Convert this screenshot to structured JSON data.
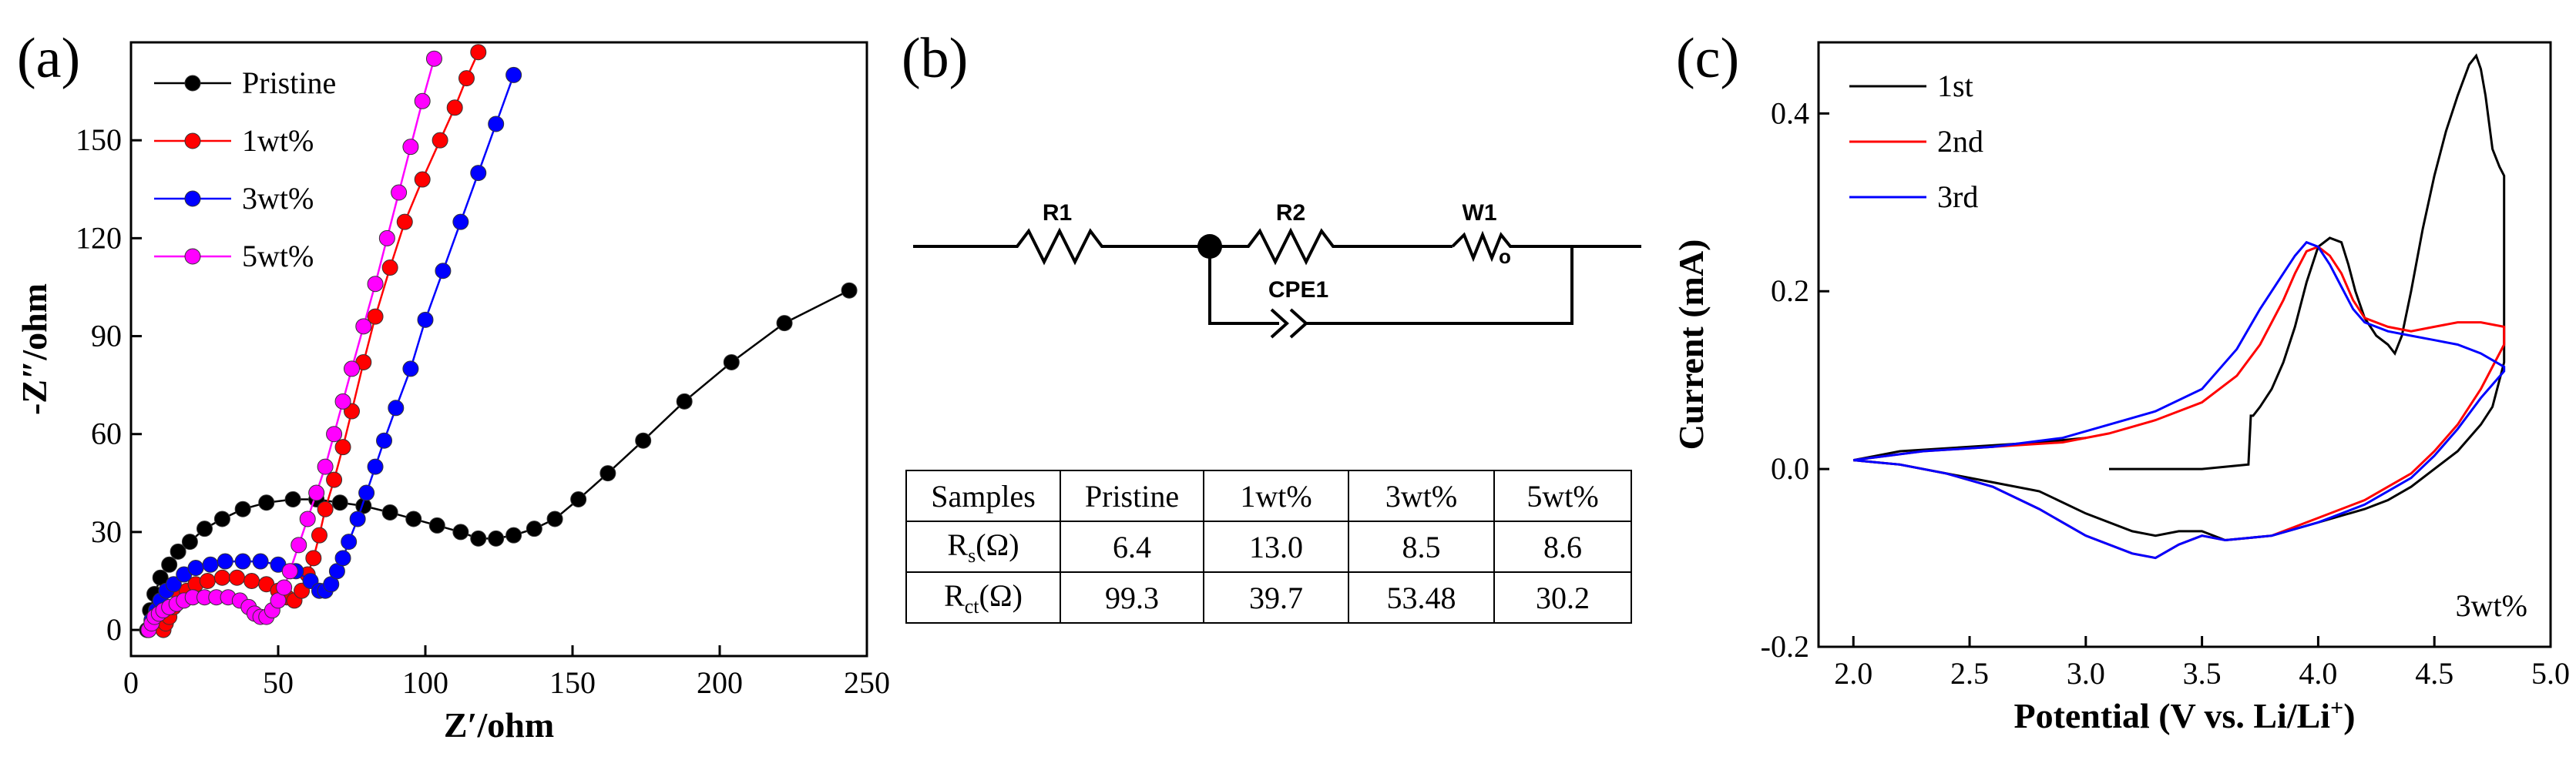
{
  "panel_labels": {
    "a": "(a)",
    "b": "(b)",
    "c": "(c)"
  },
  "circuit": {
    "r1": "R1",
    "r2": "R2",
    "w1": "W1",
    "w1_sub": "o",
    "cpe1": "CPE1"
  },
  "table": {
    "header": [
      "Samples",
      "Pristine",
      "1wt%",
      "3wt%",
      "5wt%"
    ],
    "rows": [
      {
        "label": "R",
        "label_sub": "s",
        "label_unit": "(Ω)",
        "values": [
          "6.4",
          "13.0",
          "8.5",
          "8.6"
        ]
      },
      {
        "label": "R",
        "label_sub": "ct",
        "label_unit": "(Ω)",
        "values": [
          "99.3",
          "39.7",
          "53.48",
          "30.2"
        ]
      }
    ]
  },
  "chart_data": [
    {
      "panel": "a",
      "type": "scatter",
      "xlabel": "Z′/ohm",
      "ylabel": "-Z″/ohm",
      "xlim": [
        0,
        250
      ],
      "ylim": [
        -8,
        180
      ],
      "xticks": [
        0,
        50,
        100,
        150,
        200,
        250
      ],
      "yticks": [
        0,
        30,
        60,
        90,
        120,
        150
      ],
      "legend_position": "top-left",
      "series": [
        {
          "name": "Pristine",
          "color": "#000000",
          "x": [
            5.5,
            6.5,
            8,
            10,
            13,
            16,
            20,
            25,
            31,
            38,
            46,
            55,
            63,
            71,
            79,
            88,
            96,
            104,
            112,
            118,
            124,
            130,
            137,
            144,
            152,
            162,
            174,
            188,
            204,
            222,
            244
          ],
          "y": [
            0,
            6,
            11,
            16,
            20,
            24,
            27,
            31,
            34,
            37,
            39,
            40,
            40,
            39,
            38,
            36,
            34,
            32,
            30,
            28,
            28,
            29,
            31,
            34,
            40,
            48,
            58,
            70,
            82,
            94,
            104
          ]
        },
        {
          "name": "1wt%",
          "color": "#ff0000",
          "x": [
            11,
            11.8,
            13,
            14.5,
            16.5,
            19,
            22,
            26,
            31,
            36,
            41,
            46,
            50,
            53,
            55.5,
            58,
            60,
            62,
            64,
            66,
            69,
            72,
            75,
            79,
            83,
            88,
            93,
            99,
            105,
            110,
            114,
            118
          ],
          "y": [
            0,
            2,
            4,
            7,
            10,
            12,
            14,
            15,
            16,
            16,
            15,
            14,
            12,
            10,
            9,
            12,
            17,
            22,
            29,
            37,
            46,
            56,
            67,
            82,
            96,
            111,
            125,
            138,
            150,
            160,
            169,
            177
          ]
        },
        {
          "name": "3wt%",
          "color": "#0000ff",
          "x": [
            6,
            7,
            8.5,
            10,
            12,
            14.5,
            18,
            22,
            27,
            32,
            38,
            44,
            50,
            56,
            61,
            64,
            66,
            68,
            70,
            72,
            74,
            77,
            80,
            83,
            86,
            90,
            95,
            100,
            106,
            112,
            118,
            124,
            130
          ],
          "y": [
            0,
            3,
            6,
            9,
            12,
            14,
            17,
            19,
            20,
            21,
            21,
            21,
            20,
            18,
            15,
            12,
            12,
            14,
            18,
            22,
            27,
            34,
            42,
            50,
            58,
            68,
            80,
            95,
            110,
            125,
            140,
            155,
            170
          ]
        },
        {
          "name": "5wt%",
          "color": "#ff00ff",
          "x": [
            6,
            7,
            8,
            9.5,
            11,
            13,
            15.5,
            18,
            21,
            25,
            29,
            33,
            37,
            40,
            42,
            44,
            46,
            48,
            50,
            52,
            54,
            57,
            60,
            63,
            66,
            69,
            72,
            75,
            79,
            83,
            87,
            91,
            95,
            99,
            103
          ],
          "y": [
            0,
            2,
            4,
            5,
            6,
            7,
            8,
            9,
            10,
            10,
            10,
            10,
            9,
            7,
            5,
            4,
            4,
            6,
            9,
            13,
            18,
            26,
            34,
            42,
            50,
            60,
            70,
            80,
            93,
            106,
            120,
            134,
            148,
            162,
            175
          ]
        }
      ]
    },
    {
      "panel": "c",
      "type": "line",
      "xlabel": "Potential (V vs. Li/Li+)",
      "ylabel": "Current (mA)",
      "xlim": [
        1.85,
        5.0
      ],
      "ylim": [
        -0.2,
        0.48
      ],
      "xticks": [
        2.0,
        2.5,
        3.0,
        3.5,
        4.0,
        4.5,
        5.0
      ],
      "yticks": [
        -0.2,
        0.0,
        0.2,
        0.4
      ],
      "legend_position": "top-left",
      "annotation": "3wt%",
      "series": [
        {
          "name": "1st",
          "color": "#000000",
          "x": [
            3.1,
            3.5,
            3.7,
            3.71,
            3.72,
            3.75,
            3.8,
            3.85,
            3.9,
            3.95,
            4.0,
            4.05,
            4.1,
            4.13,
            4.16,
            4.2,
            4.25,
            4.3,
            4.33,
            4.36,
            4.4,
            4.45,
            4.5,
            4.55,
            4.6,
            4.65,
            4.68,
            4.7,
            4.72,
            4.75,
            4.78,
            4.8,
            4.8,
            4.75,
            4.7,
            4.6,
            4.5,
            4.4,
            4.3,
            4.2,
            4.0,
            3.8,
            3.6,
            3.5,
            3.4,
            3.3,
            3.2,
            3.0,
            2.8,
            2.6,
            2.4,
            2.2,
            2.0,
            2.2,
            2.5,
            2.8,
            3.0
          ],
          "y": [
            0.0,
            0.0,
            0.005,
            0.06,
            0.06,
            0.07,
            0.09,
            0.12,
            0.16,
            0.21,
            0.25,
            0.26,
            0.255,
            0.23,
            0.2,
            0.17,
            0.15,
            0.14,
            0.13,
            0.15,
            0.2,
            0.27,
            0.33,
            0.38,
            0.42,
            0.455,
            0.465,
            0.45,
            0.42,
            0.36,
            0.34,
            0.33,
            0.12,
            0.07,
            0.05,
            0.02,
            0.0,
            -0.02,
            -0.035,
            -0.045,
            -0.06,
            -0.075,
            -0.08,
            -0.07,
            -0.07,
            -0.075,
            -0.07,
            -0.05,
            -0.025,
            -0.015,
            -0.005,
            0.005,
            0.01,
            0.02,
            0.025,
            0.03,
            0.035
          ]
        },
        {
          "name": "2nd",
          "color": "#ff0000",
          "x": [
            2.0,
            2.3,
            2.6,
            2.9,
            3.1,
            3.3,
            3.5,
            3.65,
            3.75,
            3.85,
            3.9,
            3.95,
            4.0,
            4.05,
            4.1,
            4.15,
            4.2,
            4.3,
            4.4,
            4.5,
            4.6,
            4.7,
            4.8,
            4.8,
            4.7,
            4.6,
            4.5,
            4.4,
            4.2,
            4.0,
            3.8,
            3.6,
            3.5,
            3.4,
            3.3,
            3.2,
            3.0,
            2.8,
            2.6,
            2.4,
            2.2,
            2.0
          ],
          "y": [
            0.01,
            0.02,
            0.025,
            0.03,
            0.04,
            0.055,
            0.075,
            0.105,
            0.14,
            0.19,
            0.22,
            0.245,
            0.25,
            0.24,
            0.22,
            0.19,
            0.17,
            0.16,
            0.155,
            0.16,
            0.165,
            0.165,
            0.16,
            0.14,
            0.09,
            0.05,
            0.02,
            -0.005,
            -0.035,
            -0.055,
            -0.075,
            -0.08,
            -0.075,
            -0.085,
            -0.1,
            -0.095,
            -0.075,
            -0.045,
            -0.02,
            -0.005,
            0.005,
            0.01
          ]
        },
        {
          "name": "3rd",
          "color": "#0000ff",
          "x": [
            2.0,
            2.3,
            2.6,
            2.9,
            3.1,
            3.3,
            3.5,
            3.65,
            3.75,
            3.85,
            3.9,
            3.95,
            4.0,
            4.05,
            4.1,
            4.15,
            4.2,
            4.3,
            4.4,
            4.5,
            4.6,
            4.7,
            4.8,
            4.8,
            4.7,
            4.6,
            4.5,
            4.4,
            4.2,
            4.0,
            3.8,
            3.6,
            3.5,
            3.4,
            3.3,
            3.2,
            3.0,
            2.8,
            2.6,
            2.4,
            2.2,
            2.0
          ],
          "y": [
            0.01,
            0.02,
            0.025,
            0.035,
            0.05,
            0.065,
            0.09,
            0.135,
            0.18,
            0.22,
            0.24,
            0.255,
            0.25,
            0.23,
            0.205,
            0.18,
            0.165,
            0.155,
            0.15,
            0.145,
            0.14,
            0.13,
            0.115,
            0.11,
            0.08,
            0.045,
            0.015,
            -0.01,
            -0.04,
            -0.06,
            -0.075,
            -0.08,
            -0.075,
            -0.085,
            -0.1,
            -0.095,
            -0.075,
            -0.045,
            -0.02,
            -0.005,
            0.005,
            0.01
          ]
        }
      ]
    }
  ]
}
